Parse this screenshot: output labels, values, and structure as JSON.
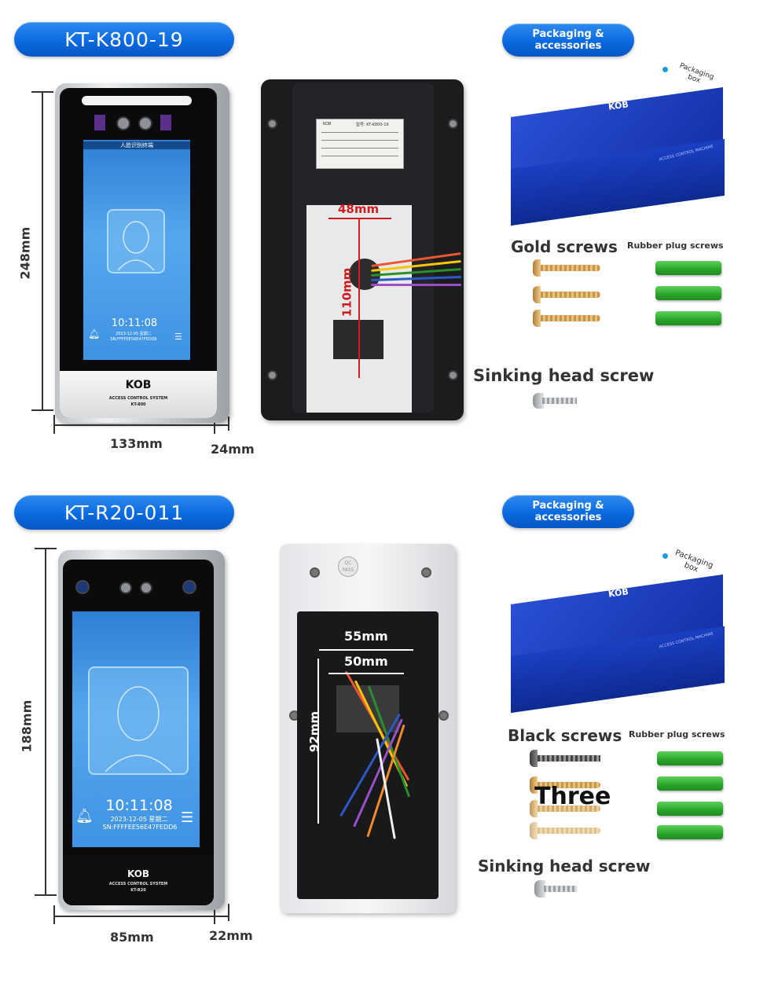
{
  "sections": [
    {
      "model": "KT-K800-19",
      "packaging_label": "Packaging &\naccessories",
      "box_label": "Packaging\nbox",
      "box_brand": "KOB",
      "box_side_text": "ACCESS CONTROL MACHINE",
      "device": {
        "height_dim": "248mm",
        "width_dim": "133mm",
        "depth_dim": "24mm",
        "screen_title": "人脸识别终端",
        "time": "10:11:08",
        "date": "2023-12-05  星期二",
        "serial": "SN:FFFFEE56E47FEDD6",
        "brand": "KOB",
        "caption": "ACCESS CONTROL SYSTEM",
        "model_small": "KT-800"
      },
      "back": {
        "width_dim": "48mm",
        "height_dim": "110mm",
        "sticker_model": "型号: KT-K800-19",
        "sticker_brand": "KOB"
      },
      "screws_title": "Gold screws",
      "plugs_title": "Rubber plug screws",
      "sinking_title": "Sinking head screw"
    },
    {
      "model": "KT-R20-011",
      "packaging_label": "Packaging &\naccessories",
      "box_label": "Packaging\nbox",
      "box_brand": "KOB",
      "box_side_text": "ACCESS CONTROL MACHINE",
      "device": {
        "height_dim": "188mm",
        "width_dim": "85mm",
        "depth_dim": "22mm",
        "time": "10:11:08",
        "date": "2023-12-05    星期二",
        "serial": "SN:FFFFEE56E47FEDD6",
        "brand": "KOB",
        "caption": "ACCESS CONTROL SYSTEM",
        "model_small": "KT-R20"
      },
      "back": {
        "outer_width_dim": "55mm",
        "inner_width_dim": "50mm",
        "height_dim": "92mm",
        "qc": "QC\nPASS"
      },
      "screws_title": "Black screws",
      "screws_overlay": "Three",
      "plugs_title": "Rubber plug screws",
      "sinking_title": "Sinking head screw"
    }
  ],
  "colors": {
    "pill_blue": "#0a6ae0",
    "box_blue": "#1a3fc2",
    "plug_green": "#2aa42a",
    "dim_red": "#d11b1b"
  }
}
